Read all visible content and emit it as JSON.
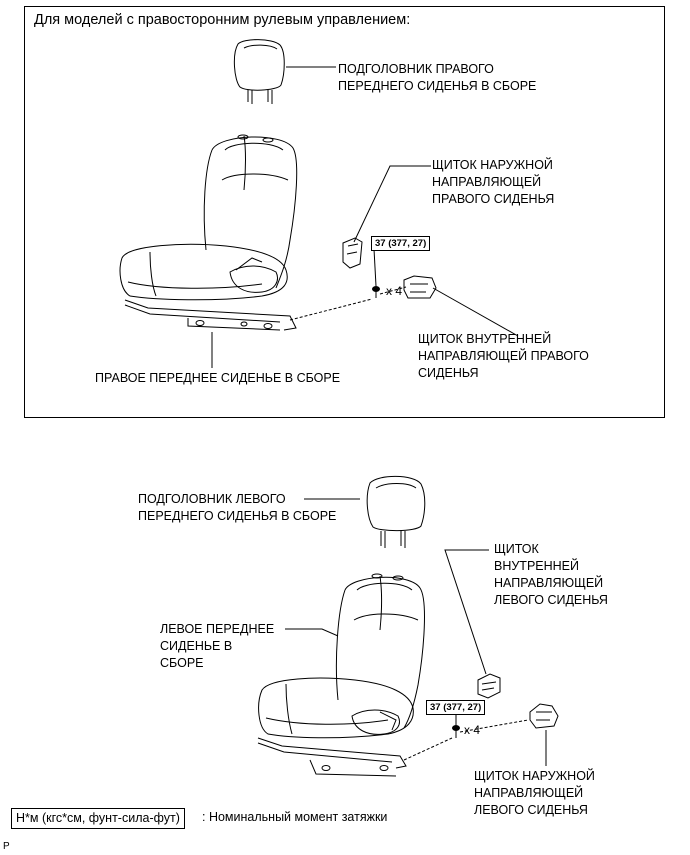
{
  "top_section": {
    "title": "Для моделей с правосторонним рулевым управлением:",
    "headrest_label": [
      "ПОДГОЛОВНИК ПРАВОГО",
      "ПЕРЕДНЕГО СИДЕНЬЯ В СБОРЕ"
    ],
    "outer_cover_label": [
      "ЩИТОК НАРУЖНОЙ",
      "НАПРАВЛЯЮЩЕЙ",
      "ПРАВОГО СИДЕНЬЯ"
    ],
    "torque": "37 (377, 27)",
    "bolt_count": "x 4",
    "inner_cover_label": [
      "ЩИТОК ВНУТРЕННЕЙ",
      "НАПРАВЛЯЮЩЕЙ ПРАВОГО",
      "СИДЕНЬЯ"
    ],
    "seat_label": "ПРАВОЕ ПЕРЕДНЕЕ СИДЕНЬЕ В СБОРЕ"
  },
  "bottom_section": {
    "headrest_label": [
      "ПОДГОЛОВНИК ЛЕВОГО",
      "ПЕРЕДНЕГО СИДЕНЬЯ В СБОРЕ"
    ],
    "inner_cover_label": [
      "ЩИТОК",
      "ВНУТРЕННЕЙ",
      "НАПРАВЛЯЮЩЕЙ",
      "ЛЕВОГО СИДЕНЬЯ"
    ],
    "seat_label": [
      "ЛЕВОЕ ПЕРЕДНЕЕ",
      "СИДЕНЬЕ В",
      "СБОРЕ"
    ],
    "torque": "37 (377, 27)",
    "bolt_count": "x 4",
    "outer_cover_label": [
      "ЩИТОК НАРУЖНОЙ",
      "НАПРАВЛЯЮЩЕЙ",
      "ЛЕВОГО СИДЕНЬЯ"
    ]
  },
  "legend": {
    "unit": "Н*м (кгс*см, фунт-сила-фут)",
    "description": ": Номинальный момент затяжки"
  },
  "page_marker": "P"
}
